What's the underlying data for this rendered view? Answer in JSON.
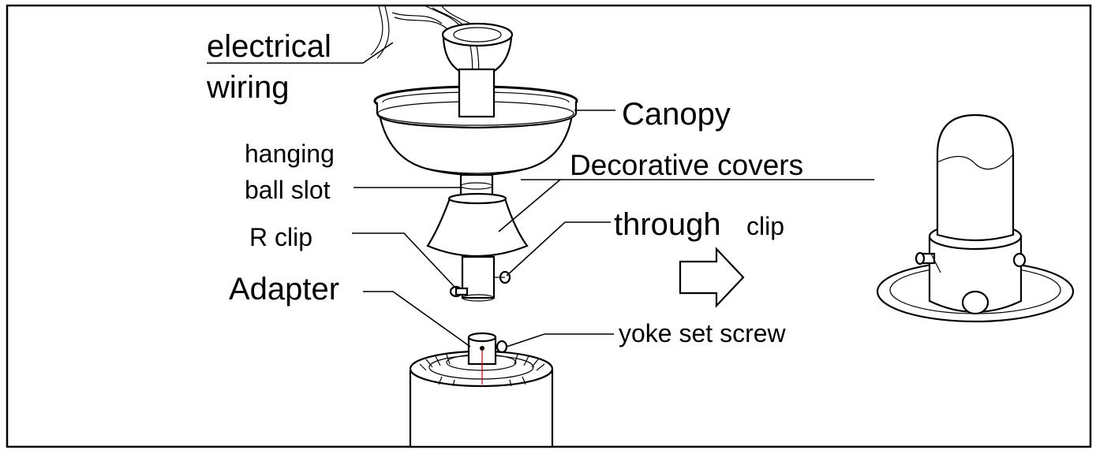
{
  "labels": {
    "electrical_line1": "electrical",
    "electrical_line2": "wiring",
    "canopy": "Canopy",
    "hanging_line1": "hanging",
    "hanging_line2": "ball slot",
    "decorative_covers": "Decorative covers",
    "r_clip": "R clip",
    "through": "through",
    "clip": "clip",
    "adapter": "Adapter",
    "yoke_set_screw": "yoke set screw"
  }
}
